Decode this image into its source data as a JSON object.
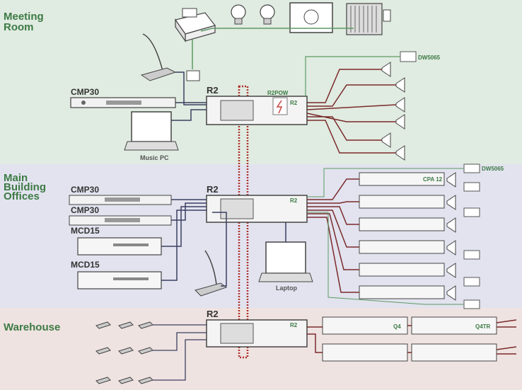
{
  "zones": {
    "meeting": {
      "name_line1": "Meeting",
      "name_line2": "Room",
      "color": "#e0ebe1"
    },
    "offices": {
      "name_line1": "Main",
      "name_line2": "Building",
      "name_line3": "Offices",
      "color": "#e2e3ef"
    },
    "warehouse": {
      "name": "Warehouse",
      "color": "#efe3e1"
    }
  },
  "devices": {
    "cmp30_meeting": "CMP30",
    "music_pc": "Music PC",
    "r2_meeting": "R2",
    "r2pow": "R2POW",
    "r2pow_unit": "R2",
    "dw5065": "DW5065",
    "cmp30_a": "CMP30",
    "cmp30_b": "CMP30",
    "mcd15_a": "MCD15",
    "mcd15_b": "MCD15",
    "r2_offices": "R2",
    "laptop": "Laptop",
    "r2_warehouse": "R2",
    "panel_r2": "R2",
    "amp_brand": "CPA 12",
    "q4": "Q4",
    "q4tr": "Q4TR"
  },
  "colors": {
    "cable_dark": "#3a4060",
    "cable_red": "#7a2a2a",
    "cable_green": "#5c9a63",
    "link_dotted": "#b0302a"
  }
}
